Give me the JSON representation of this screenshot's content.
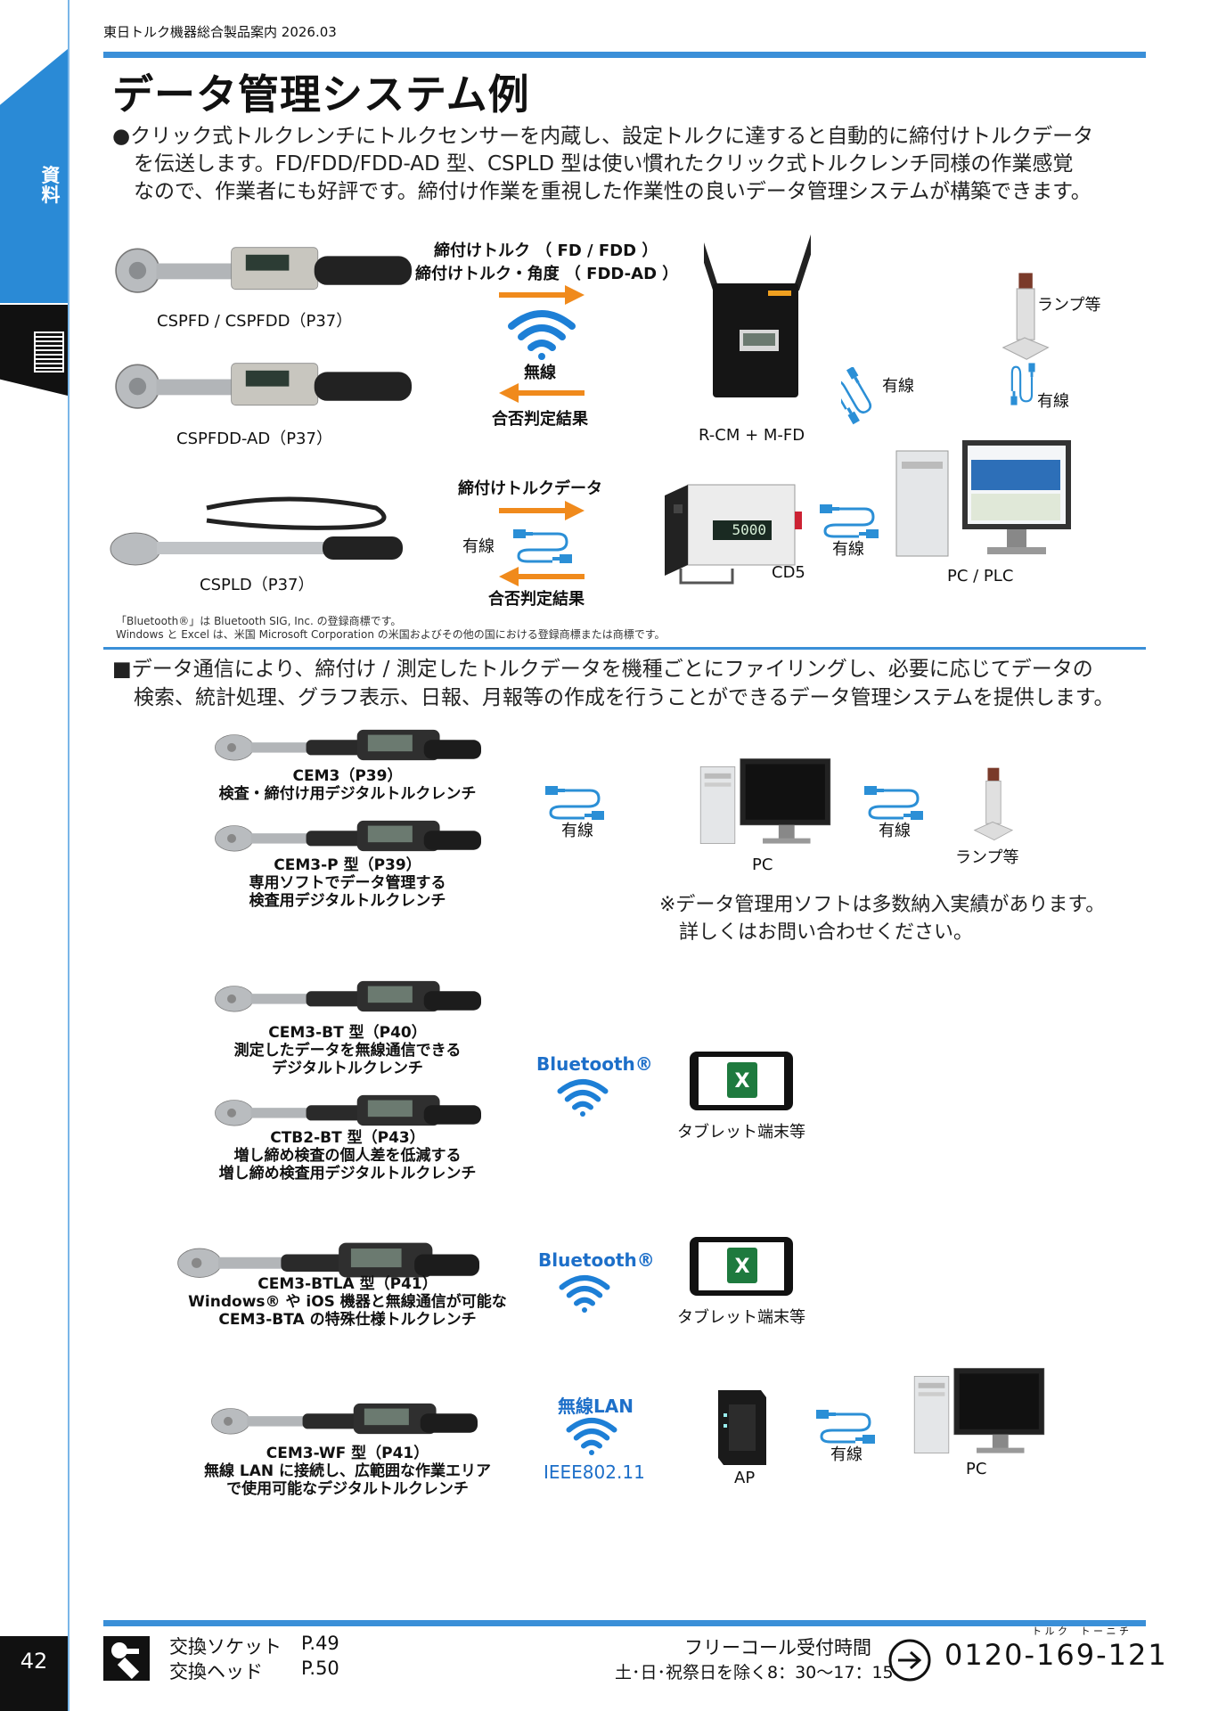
{
  "header": {
    "doc_title": "東日トルク機器総合製品案内 2026.03"
  },
  "side_tab": {
    "label": "資料"
  },
  "page": {
    "title": "データ管理システム例",
    "number": "42"
  },
  "intro": {
    "lines": [
      "●クリック式トルクレンチにトルクセンサーを内蔵し、設定トルクに達すると自動的に締付けトルクデータ",
      "を伝送します。FD/FDD/FDD-AD 型、CSPLD 型は使い慣れたクリック式トルクレンチ同様の作業感覚",
      "なので、作業者にも好評です。締付け作業を重視した作業性の良いデータ管理システムが構築できます。"
    ]
  },
  "system1": {
    "cspfd": "CSPFD / CSPFDD（P37）",
    "cspfdd_ad": "CSPFDD-AD（P37）",
    "cspld": "CSPLD（P37）",
    "torque_line1": "締付けトルク （ FD / FDD ）",
    "torque_line2": "締付けトルク・角度 （ FDD-AD ）",
    "wireless": "無線",
    "result1": "合否判定結果",
    "rcm": "R-CM + M-FD",
    "lamp": "ランプ等",
    "wired_a": "有線",
    "wired_b": "有線",
    "torque_data": "締付けトルクデータ",
    "wired_c": "有線",
    "result2": "合否判定結果",
    "cd5": "CD5",
    "cd5_display": "5000",
    "wired_d": "有線",
    "pcplc": "PC / PLC",
    "trademark1": "「Bluetooth®」は Bluetooth SIG, Inc. の登録商標です。",
    "trademark2": "Windows と Excel は、米国 Microsoft Corporation の米国およびその他の国における登録商標または商標です。"
  },
  "section2": {
    "lines": [
      "■データ通信により、締付け / 測定したトルクデータを機種ごとにファイリングし、必要に応じてデータの",
      "検索、統計処理、グラフ表示、日報、月報等の作成を行うことができるデータ管理システムを提供します。"
    ]
  },
  "cem3": {
    "name": "CEM3（P39）",
    "desc": "検査・締付け用デジタルトルクレンチ"
  },
  "cem3p": {
    "name": "CEM3-P 型（P39）",
    "desc1": "専用ソフトでデータ管理する",
    "desc2": "検査用デジタルトルクレンチ"
  },
  "wired_cem": "有線",
  "pc1": "PC",
  "wired_pc": "有線",
  "lamp2": "ランプ等",
  "note": {
    "line1": "※データ管理用ソフトは多数納入実績があります。",
    "line2": "詳しくはお問い合わせください。"
  },
  "cem3bt": {
    "name": "CEM3-BT 型（P40）",
    "desc1": "測定したデータを無線通信できる",
    "desc2": "デジタルトルクレンチ"
  },
  "ctb2bt": {
    "name": "CTB2-BT 型（P43）",
    "desc1": "増し締め検査の個人差を低減する",
    "desc2": "増し締め検査用デジタルトルクレンチ"
  },
  "bt1": "Bluetooth®",
  "tablet1": "タブレット端末等",
  "cem3btla": {
    "name": "CEM3-BTLA 型（P41）",
    "desc1": "Windows® や iOS 機器と無線通信が可能な",
    "desc2": "CEM3-BTA の特殊仕様トルクレンチ"
  },
  "bt2": "Bluetooth®",
  "tablet2": "タブレット端末等",
  "cem3wf": {
    "name": "CEM3-WF 型（P41）",
    "desc1": "無線 LAN に接続し、広範囲な作業エリア",
    "desc2": "で使用可能なデジタルトルクレンチ"
  },
  "wlan": "無線LAN",
  "ieee": "IEEE802.11",
  "ap": "AP",
  "wired_ap": "有線",
  "pc2": "PC",
  "footer": {
    "socket": "交換ソケット",
    "socket_page": "P.49",
    "head": "交換ヘッド",
    "head_page": "P.50",
    "freecall": "フリーコール受付時間",
    "hours": "土･日･祝祭日を除く8：30～17：15",
    "ruby": "ト ル ク　 ト ー ニ チ",
    "phone": "0120-169-121"
  },
  "colors": {
    "accent": "#3a8fd8",
    "arrow": "#f08a1c",
    "wifi": "#1d7fd6",
    "cable": "#2b8fd6"
  }
}
